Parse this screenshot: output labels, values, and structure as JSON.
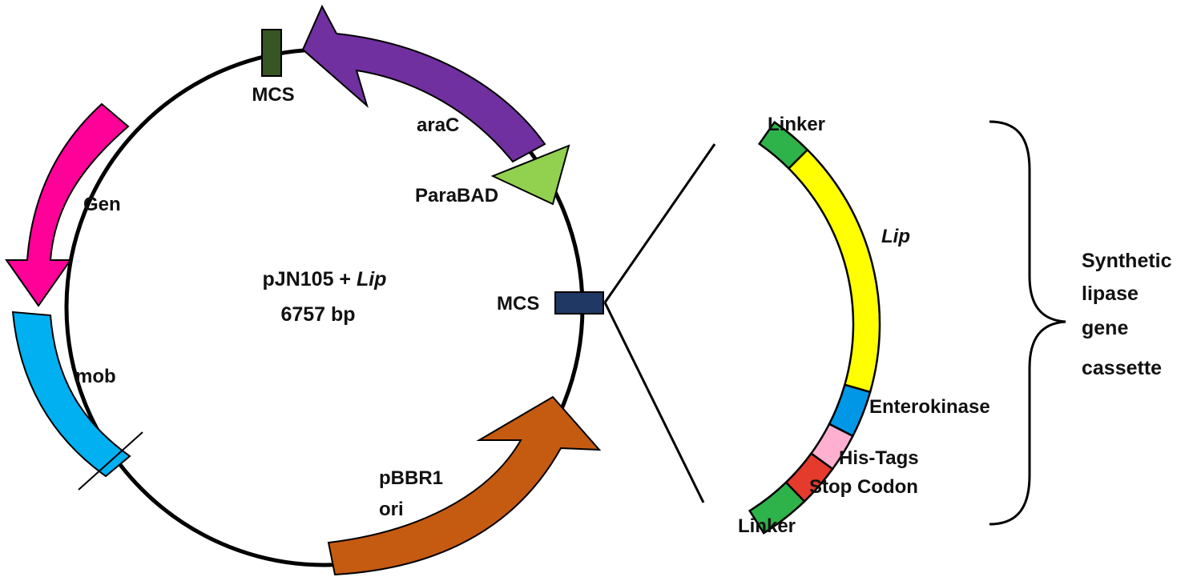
{
  "plasmid": {
    "name": "pJN105 + ",
    "name_italic": "Lip",
    "size": "6757 bp"
  },
  "features": {
    "mcs_top": "MCS",
    "arac": "araC",
    "parabad": "ParaBAD",
    "gen": "Gen",
    "mob": "mob",
    "mcs_right": "MCS",
    "pbbr1_line1": "pBBR1",
    "pbbr1_line2": "ori"
  },
  "cassette": {
    "linker_top": "Linker",
    "lip": "Lip",
    "enterokinase": "Enterokinase",
    "his_tags": "His-Tags",
    "stop_codon": "Stop Codon",
    "linker_bottom": "Linker",
    "title_lines": [
      "Synthetic",
      "lipase",
      "gene",
      "cassette"
    ]
  },
  "colors": {
    "backbone": "#000000",
    "mcs_top": "#375623",
    "mcs_right": "#1f3864",
    "arac": "#7030a0",
    "parabad": "#92d050",
    "gen": "#ff0099",
    "mob": "#00b0f0",
    "pbbr1_ori": "#c55a11",
    "linker": "#2db34a",
    "lip": "#ffff00",
    "enterokinase": "#0098e6",
    "his_tags": "#ffb0d0",
    "stop_codon": "#e53b2c"
  }
}
